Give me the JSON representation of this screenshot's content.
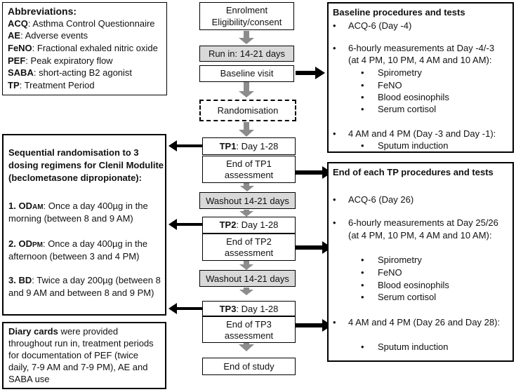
{
  "abbrev": {
    "title": "Abbreviations:",
    "items": [
      {
        "k": "ACQ",
        "v": ": Asthma Control Questionnaire"
      },
      {
        "k": "AE",
        "v": ": Adverse events"
      },
      {
        "k": "FeNO",
        "v": ": Fractional exhaled nitric oxide"
      },
      {
        "k": "PEF",
        "v": ": Peak expiratory flow"
      },
      {
        "k": "SABA",
        "v": ": short-acting B2 agonist"
      },
      {
        "k": "TP",
        "v": ": Treatment Period"
      }
    ]
  },
  "flow": {
    "enrolment": [
      "Enrolment",
      "Eligibility/consent"
    ],
    "runin": "Run in: 14-21 days",
    "baseline_visit": "Baseline visit",
    "randomisation": "Randomisation",
    "tp1": {
      "label": "TP1",
      "rest": ": Day 1-28"
    },
    "end_tp1": [
      "End of TP1",
      "assessment"
    ],
    "washout1": "Washout 14-21 days",
    "tp2": {
      "label": "TP2",
      "rest": ": Day 1-28"
    },
    "end_tp2": [
      "End of TP2",
      "assessment"
    ],
    "washout2": "Washout 14-21 days",
    "tp3": {
      "label": "TP3",
      "rest": ": Day 1-28"
    },
    "end_tp3": [
      "End of TP3",
      "assessment"
    ],
    "end_study": "End of study"
  },
  "randomisation_info": {
    "title": [
      "Sequential randomisation to 3",
      "dosing regimens for Clenil Modulite",
      "(beclometasone dipropionate):"
    ],
    "od_am": {
      "num": "1. OD",
      "sub": "AM",
      "text1": ": Once a day 400µg in the",
      "text2": "morning (between 8 and 9 AM)"
    },
    "od_pm": {
      "num": "2. OD",
      "sub": "PM",
      "text1": ": Once a day 400µg in the",
      "text2": "afternoon (between 3 and 4 PM)"
    },
    "bd": {
      "num": "3. BD",
      "text1": ": Twice a day 200µg (between 8",
      "text2": "and 9 AM and between 8 and 9 PM)"
    }
  },
  "diary": {
    "bold": "Diary cards",
    "lines": [
      " were provided",
      "throughout run in, treatment periods",
      "for documentation of PEF (twice",
      "daily, 7-9 AM and 7-9 PM), AE and",
      "SABA use"
    ]
  },
  "baseline": {
    "title": "Baseline procedures and tests",
    "acq": "ACQ-6 (Day -4)",
    "six_hourly": [
      "6-hourly measurements at Day -4/-3",
      "(at 4 PM, 10 PM, 4 AM and 10 AM):"
    ],
    "tests": [
      "Spirometry",
      "FeNO",
      "Blood eosinophils",
      "Serum cortisol"
    ],
    "sputum_time": "4 AM and 4 PM (Day -3 and Day -1):",
    "sputum": "Sputum induction"
  },
  "end_tp": {
    "title": "End of each TP procedures and tests",
    "acq": "ACQ-6 (Day 26)",
    "six_hourly": [
      "6-hourly measurements at Day 25/26",
      "(at 4 PM, 10 PM, 4 AM and 10 AM):"
    ],
    "tests": [
      "Spirometry",
      "FeNO",
      "Blood eosinophils",
      "Serum cortisol"
    ],
    "sputum_time": "4 AM and 4 PM (Day 26 and Day 28):",
    "sputum": "Sputum induction"
  }
}
